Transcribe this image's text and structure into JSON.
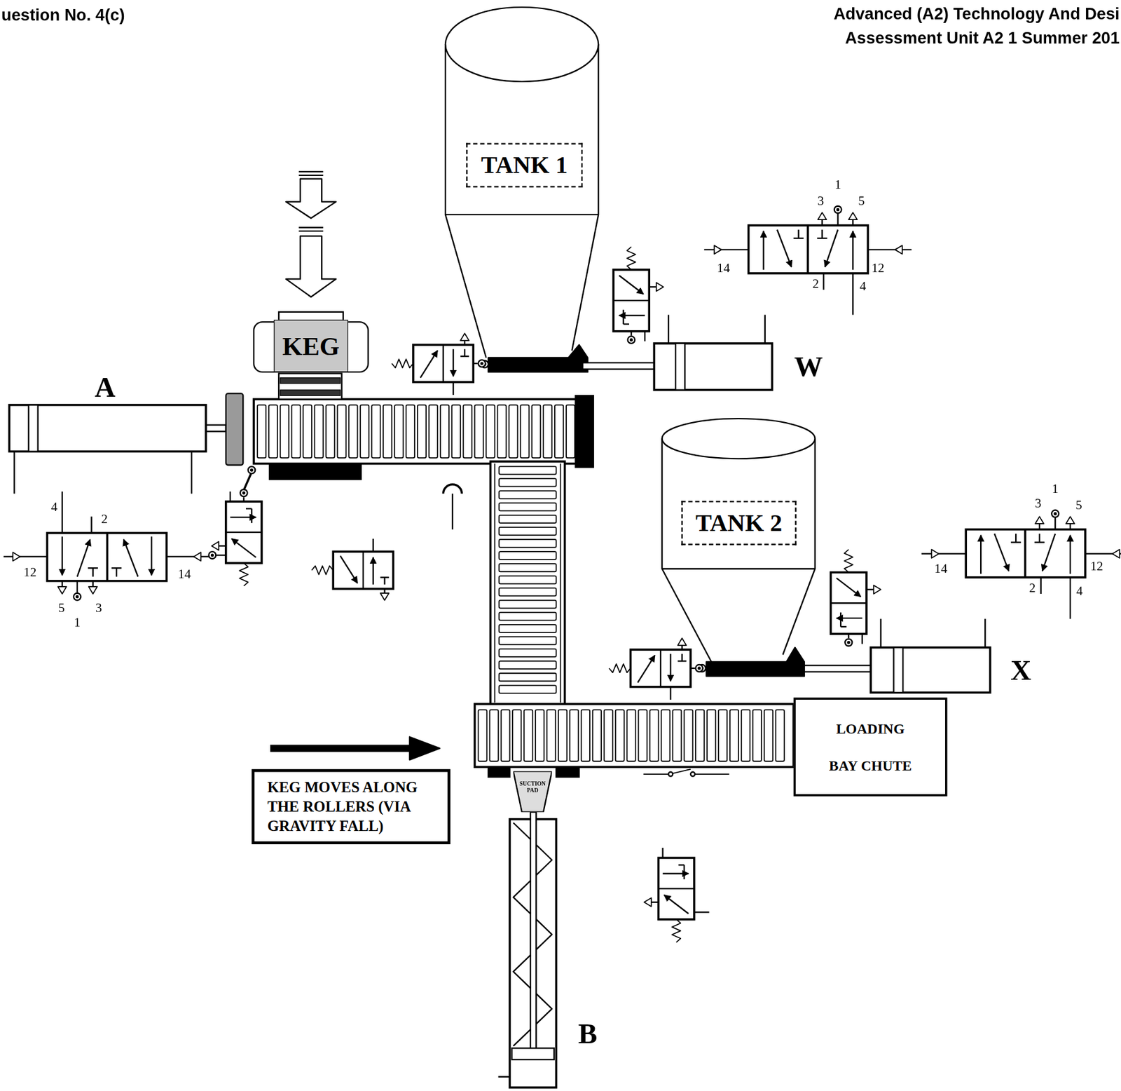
{
  "diagram": {
    "nodes": [
      {
        "text": [
          "TANK 1"
        ]
      },
      {
        "text": [
          "KEG"
        ]
      },
      {
        "text": [
          "TANK 2"
        ]
      },
      {
        "text": [
          "LOADING BAY CHUTE"
        ]
      },
      {
        "text": [
          "KEG MOVES ALONG THE ROLLERS (VIA GRAVITY FALL)"
        ]
      },
      {
        "text": [
          "SUCTION PAD"
        ]
      }
    ],
    "labels": [
      "uestion No. 4(c)",
      "Advanced (A2) Technology And Desi",
      "Assessment Unit A2 1 Summer 201",
      "A",
      "W",
      "X",
      "B",
      "1",
      "3",
      "5",
      "14",
      "12",
      "2",
      "4",
      "1",
      "3",
      "5",
      "14",
      "12",
      "2",
      "4",
      "4",
      "2",
      "12",
      "14",
      "5",
      "3",
      "1"
    ]
  }
}
